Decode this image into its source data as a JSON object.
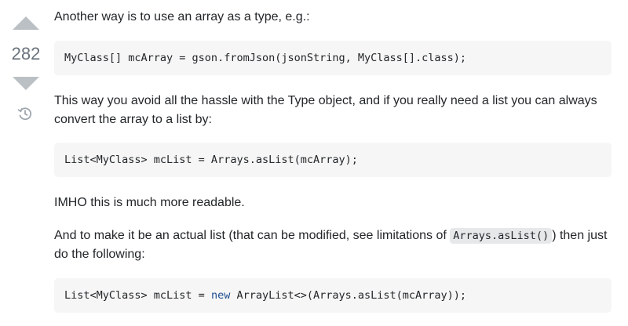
{
  "vote": {
    "count": "282",
    "upvote_icon": "caret-up-icon",
    "downvote_icon": "caret-down-icon",
    "history_icon": "history-icon"
  },
  "post": {
    "p1": "Another way is to use an array as a type, e.g.:",
    "code1": "MyClass[] mcArray = gson.fromJson(jsonString, MyClass[].class);",
    "p2": "This way you avoid all the hassle with the Type object, and if you really need a list you can always convert the array to a list by:",
    "code2": "List<MyClass> mcList = Arrays.asList(mcArray);",
    "p3": "IMHO this is much more readable.",
    "p4_before": "And to make it be an actual list (that can be modified, see limitations of ",
    "p4_code": "Arrays.asList()",
    "p4_after": ") then just do the following:",
    "code3_before": "List<MyClass> mcList = ",
    "code3_keyword": "new",
    "code3_after": " ArrayList<>(Arrays.asList(mcArray));"
  },
  "colors": {
    "keyword": "#1f4c8f",
    "code_background": "#f6f6f6",
    "vote_arrow": "#bbc0c4"
  }
}
